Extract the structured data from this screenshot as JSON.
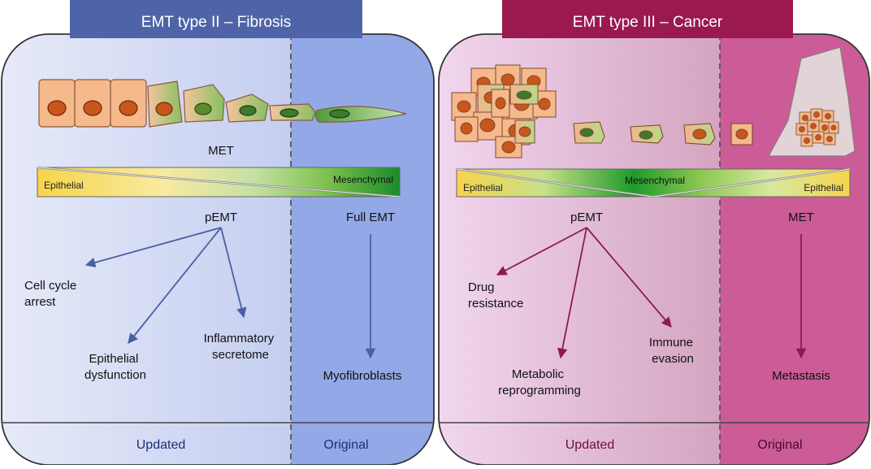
{
  "left_panel": {
    "title": "EMT type II – Fibrosis",
    "met_label": "MET",
    "bar_left_label": "Epithelial",
    "bar_right_label": "Mesenchymal",
    "pemt_label": "pEMT",
    "full_emt_label": "Full EMT",
    "outcomes": {
      "cell_cycle_1": "Cell cycle",
      "cell_cycle_2": "arrest",
      "epithelial_dys_1": "Epithelial",
      "epithelial_dys_2": "dysfunction",
      "inflammatory_1": "Inflammatory",
      "inflammatory_2": "secretome",
      "myofibroblasts": "Myofibroblasts"
    },
    "footer_updated": "Updated",
    "footer_original": "Original"
  },
  "right_panel": {
    "title": "EMT type III – Cancer",
    "bar_left_label": "Epithelial",
    "bar_mid_label": "Mesenchymal",
    "bar_right_label": "Epithelial",
    "pemt_label": "pEMT",
    "met_label": "MET",
    "outcomes": {
      "drug_1": "Drug",
      "drug_2": "resistance",
      "metabolic_1": "Metabolic",
      "metabolic_2": "reprogramming",
      "immune_1": "Immune",
      "immune_2": "evasion",
      "metastasis": "Metastasis"
    },
    "footer_updated": "Updated",
    "footer_original": "Original"
  },
  "colors": {
    "left_header": "#4f64a8",
    "right_header": "#9a1a50",
    "left_arrow": "#4a5fa5",
    "right_arrow": "#8e1a4e",
    "epithelial_cell": "#f5b98c",
    "nucleus_orange": "#c9561a",
    "nucleus_green": "#3e7a2c"
  }
}
